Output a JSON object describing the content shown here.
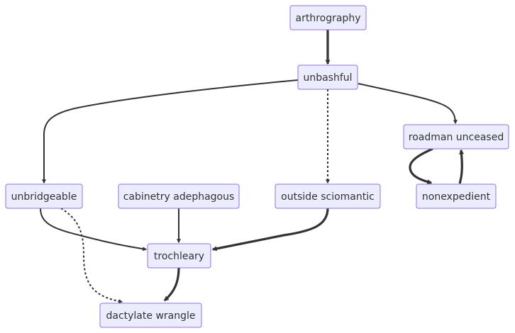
{
  "diagram": {
    "nodes": [
      {
        "id": "arthrography",
        "label": "arthrography"
      },
      {
        "id": "unbashful",
        "label": "unbashful"
      },
      {
        "id": "roadman",
        "label": "roadman unceased"
      },
      {
        "id": "unbridgeable",
        "label": "unbridgeable"
      },
      {
        "id": "cabinetry",
        "label": "cabinetry adephagous"
      },
      {
        "id": "outside",
        "label": "outside sciomantic"
      },
      {
        "id": "nonexpedient",
        "label": "nonexpedient"
      },
      {
        "id": "trochleary",
        "label": "trochleary"
      },
      {
        "id": "dactylate",
        "label": "dactylate wrangle"
      }
    ],
    "edges": [
      {
        "from": "arthrography",
        "to": "unbashful",
        "style": "thick"
      },
      {
        "from": "unbashful",
        "to": "unbridgeable",
        "style": "normal"
      },
      {
        "from": "unbashful",
        "to": "outside",
        "style": "dotted"
      },
      {
        "from": "unbashful",
        "to": "roadman",
        "style": "normal"
      },
      {
        "from": "roadman",
        "to": "nonexpedient",
        "style": "thick"
      },
      {
        "from": "nonexpedient",
        "to": "roadman",
        "style": "thick"
      },
      {
        "from": "unbridgeable",
        "to": "trochleary",
        "style": "normal"
      },
      {
        "from": "cabinetry",
        "to": "trochleary",
        "style": "normal"
      },
      {
        "from": "outside",
        "to": "trochleary",
        "style": "thick"
      },
      {
        "from": "unbridgeable",
        "to": "dactylate",
        "style": "dotted"
      },
      {
        "from": "trochleary",
        "to": "dactylate",
        "style": "thick"
      }
    ]
  }
}
